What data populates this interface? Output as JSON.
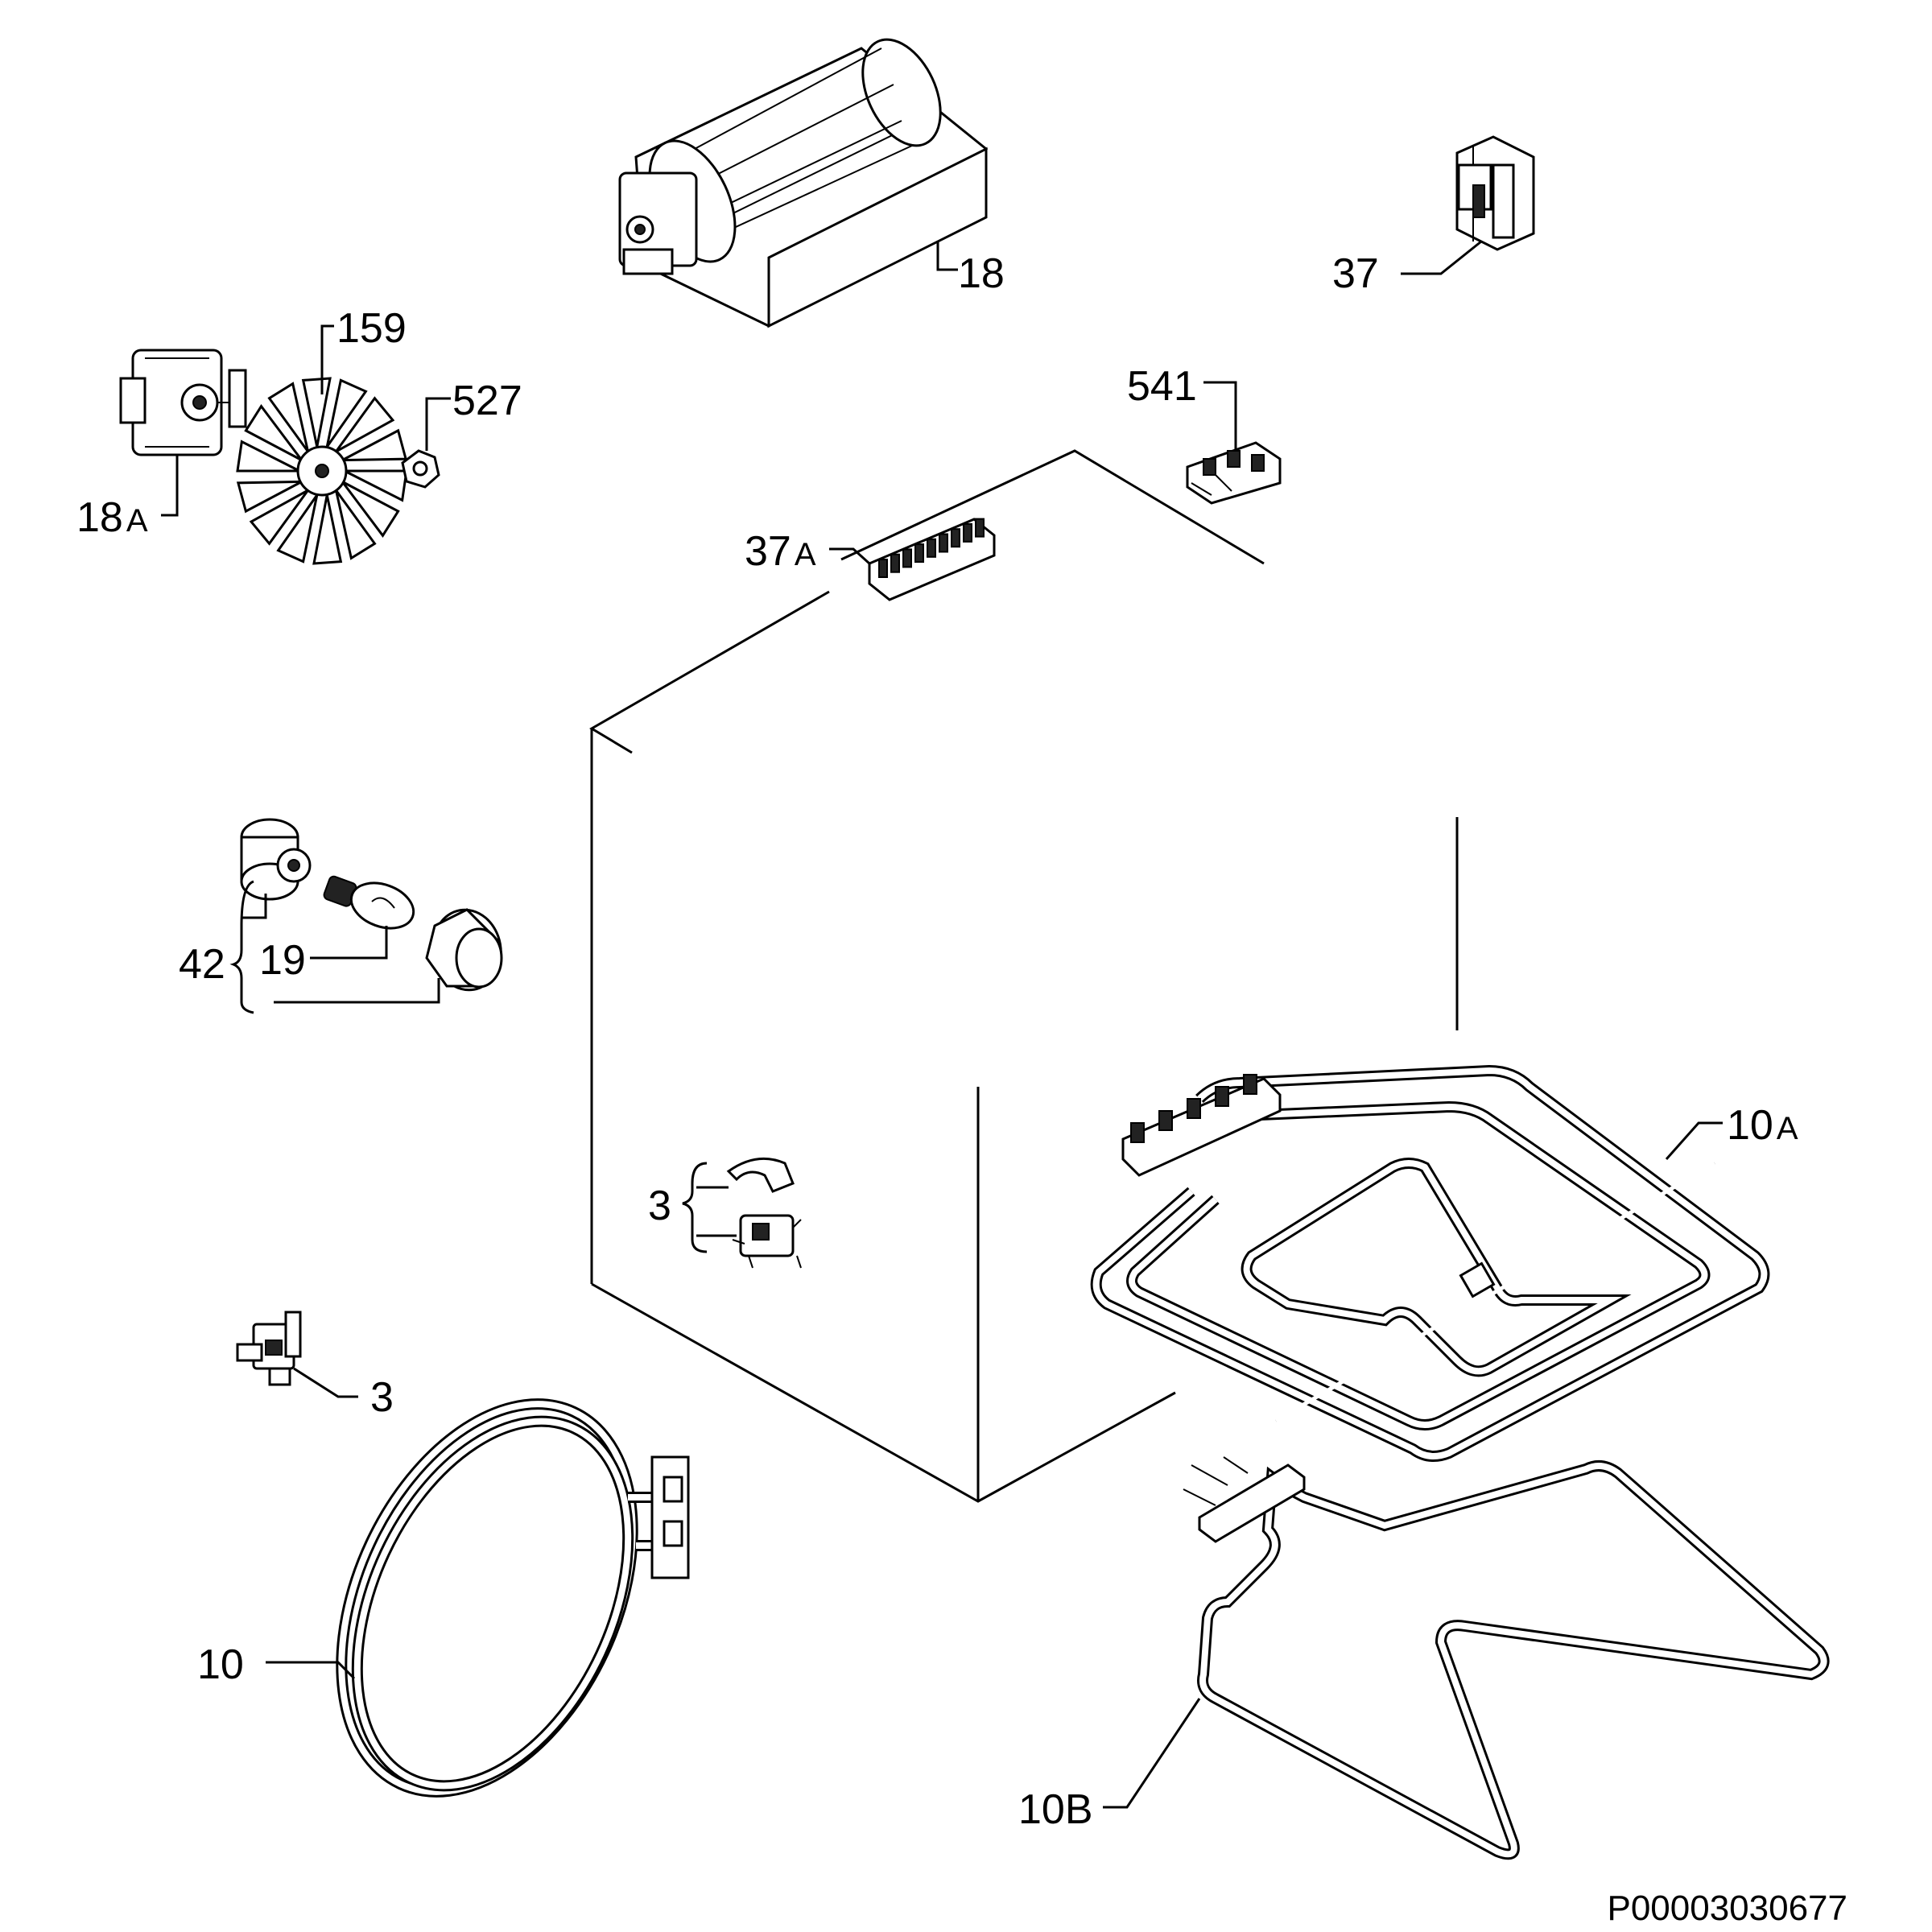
{
  "labels": {
    "p18": "18",
    "p37": "37",
    "p159": "159",
    "p527": "527",
    "p18a_num": "18",
    "p18a_suf": "A",
    "p541": "541",
    "p37a_num": "37",
    "p37a_suf": "A",
    "p42": "42",
    "p19": "19",
    "p3_upper": "3",
    "p3_lower": "3",
    "p10a_num": "10",
    "p10a_suf": "A",
    "p10": "10",
    "p10b": "10B"
  },
  "drawing_code": "P00003030677"
}
